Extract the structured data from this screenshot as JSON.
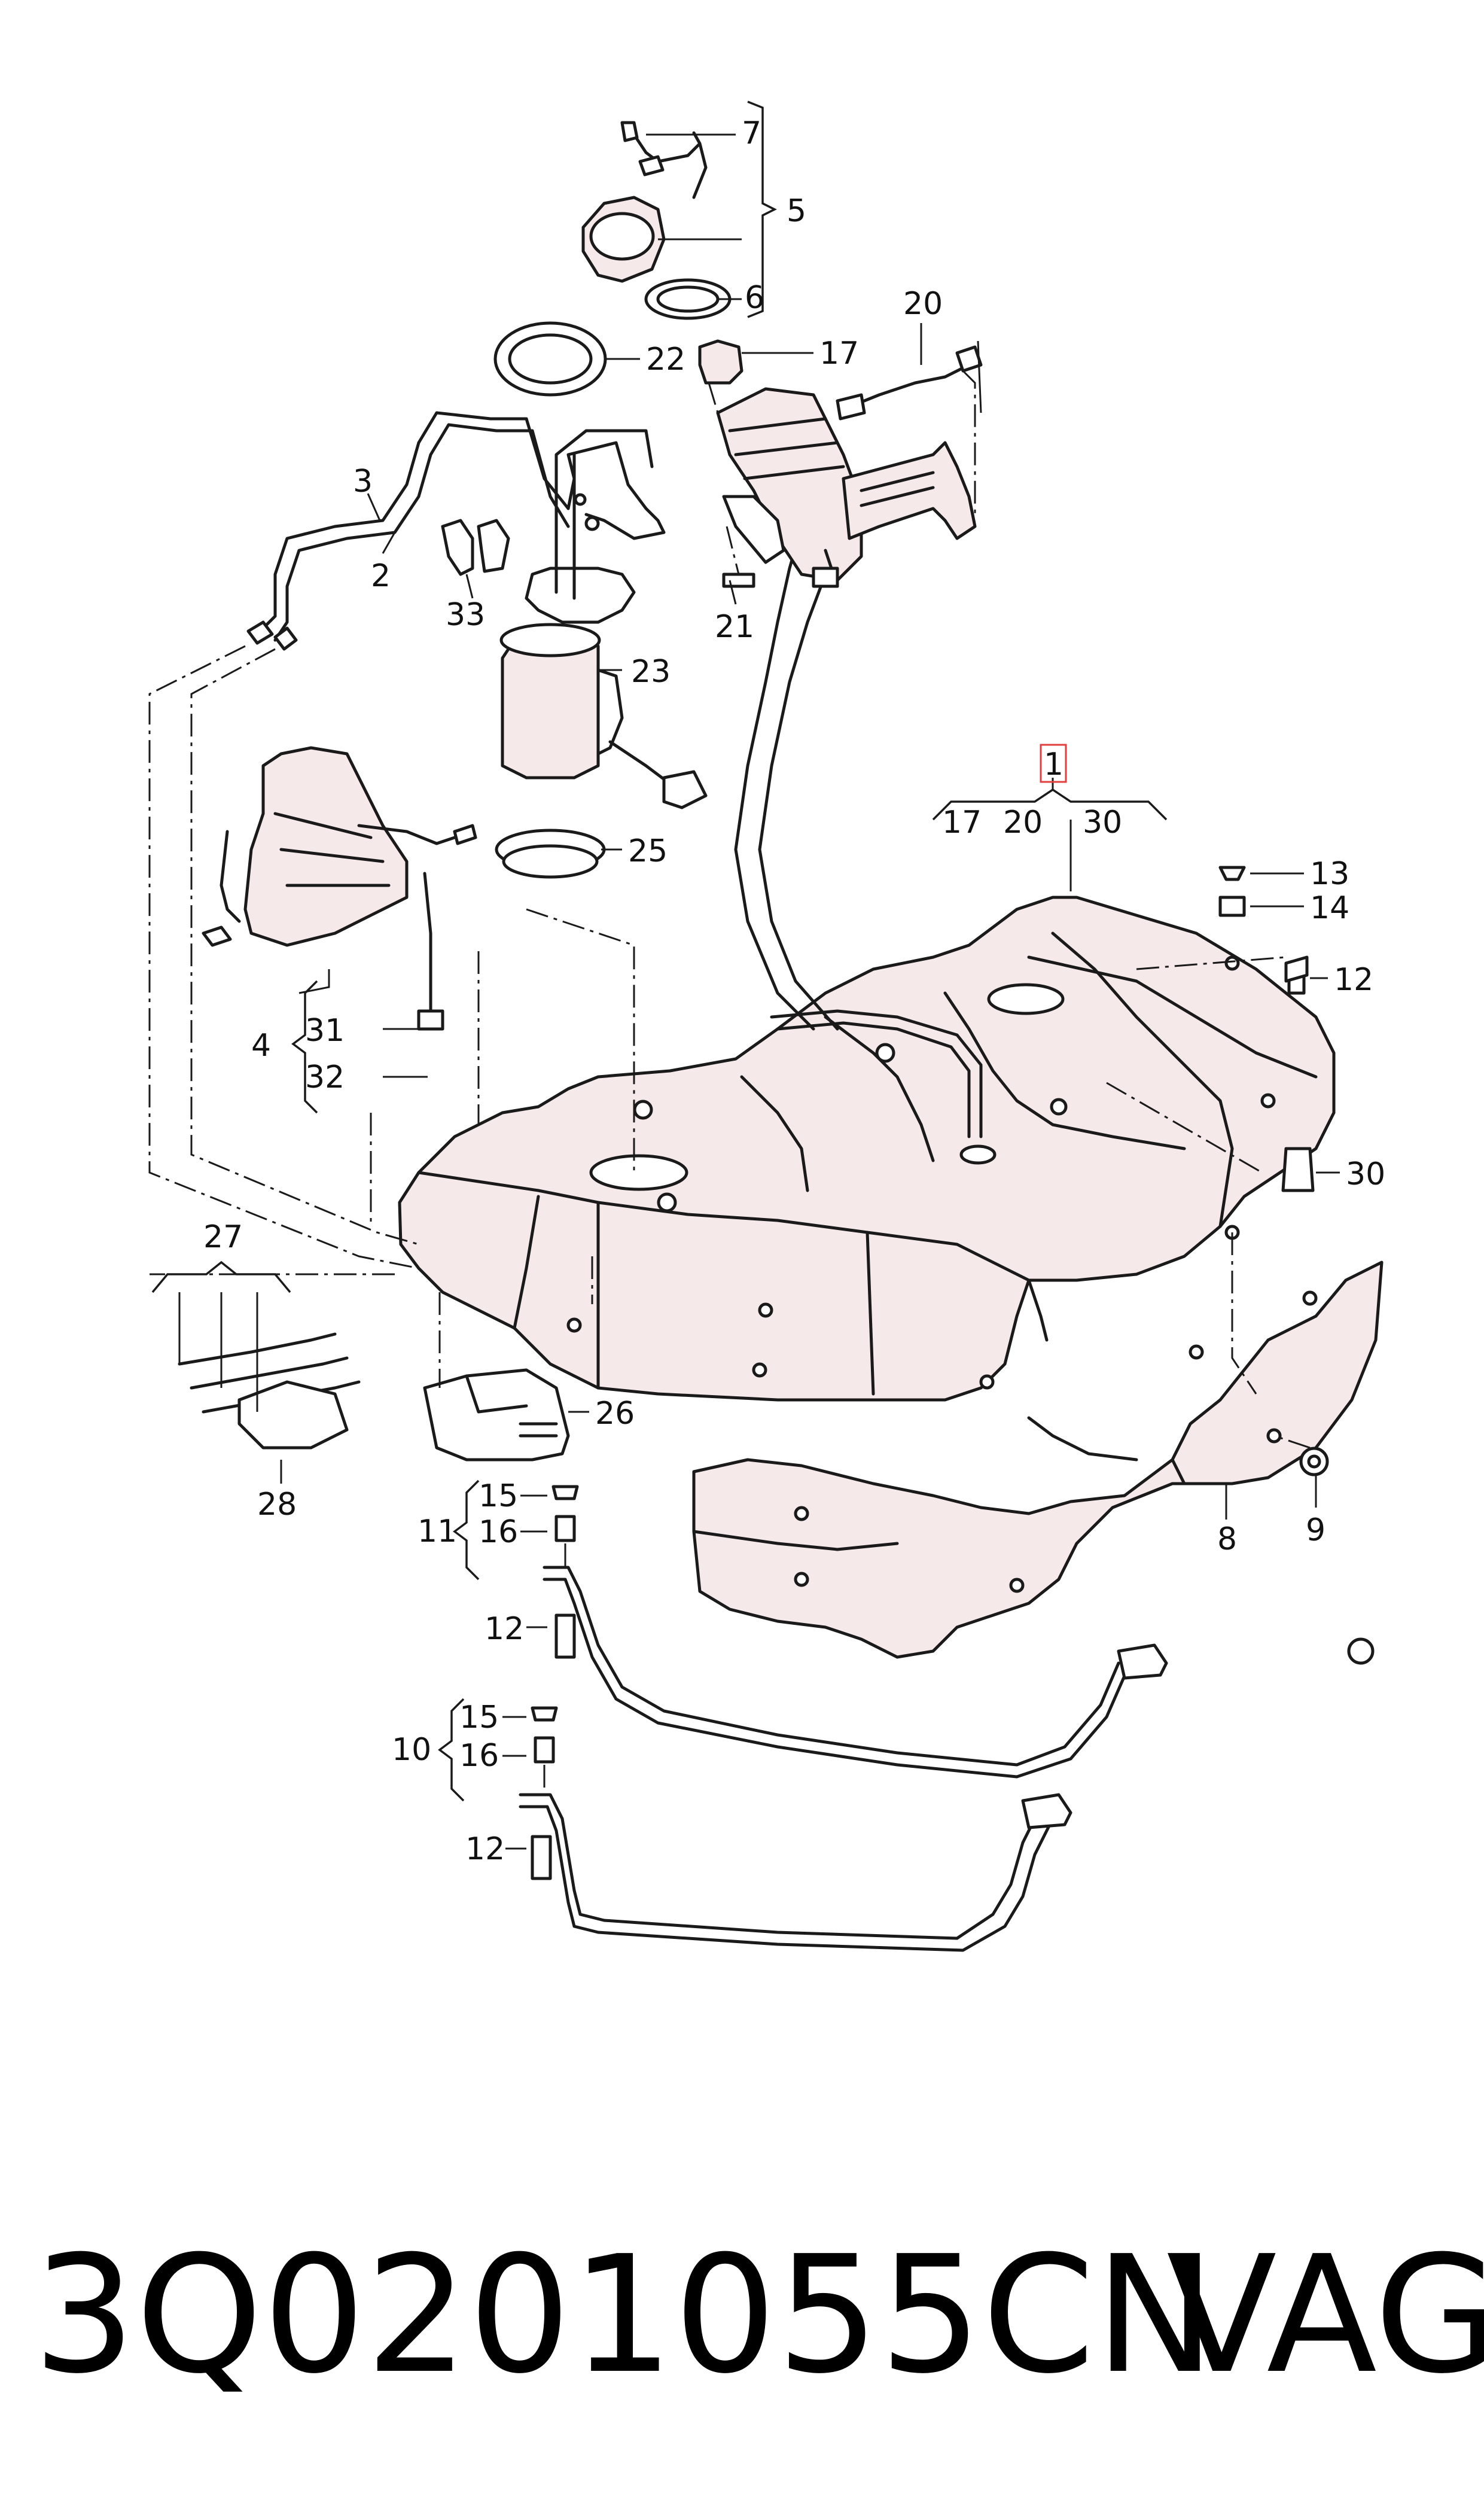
{
  "diagram": {
    "callouts": {
      "c1": "1",
      "c2": "2",
      "c3": "3",
      "c4": "4",
      "c5": "5",
      "c6": "6",
      "c7": "7",
      "c8": "8",
      "c9": "9",
      "c10": "10",
      "c11": "11",
      "c12a": "12",
      "c12b": "12",
      "c12c": "12",
      "c13": "13",
      "c14": "14",
      "c15a": "15",
      "c15b": "15",
      "c16a": "16",
      "c16b": "16",
      "c17a": "17",
      "c17b": "17",
      "c20a": "20",
      "c20b": "20",
      "c21": "21",
      "c22": "22",
      "c23": "23",
      "c25": "25",
      "c26": "26",
      "c27": "27",
      "c28": "28",
      "c30a": "30",
      "c30b": "30",
      "c31": "31",
      "c32": "32",
      "c33": "33"
    },
    "highlight_color": "#e0403f",
    "tank_tint": "#f6e9e9"
  },
  "footer": {
    "part_number": "3Q0201055CN",
    "brand": "VAG"
  }
}
